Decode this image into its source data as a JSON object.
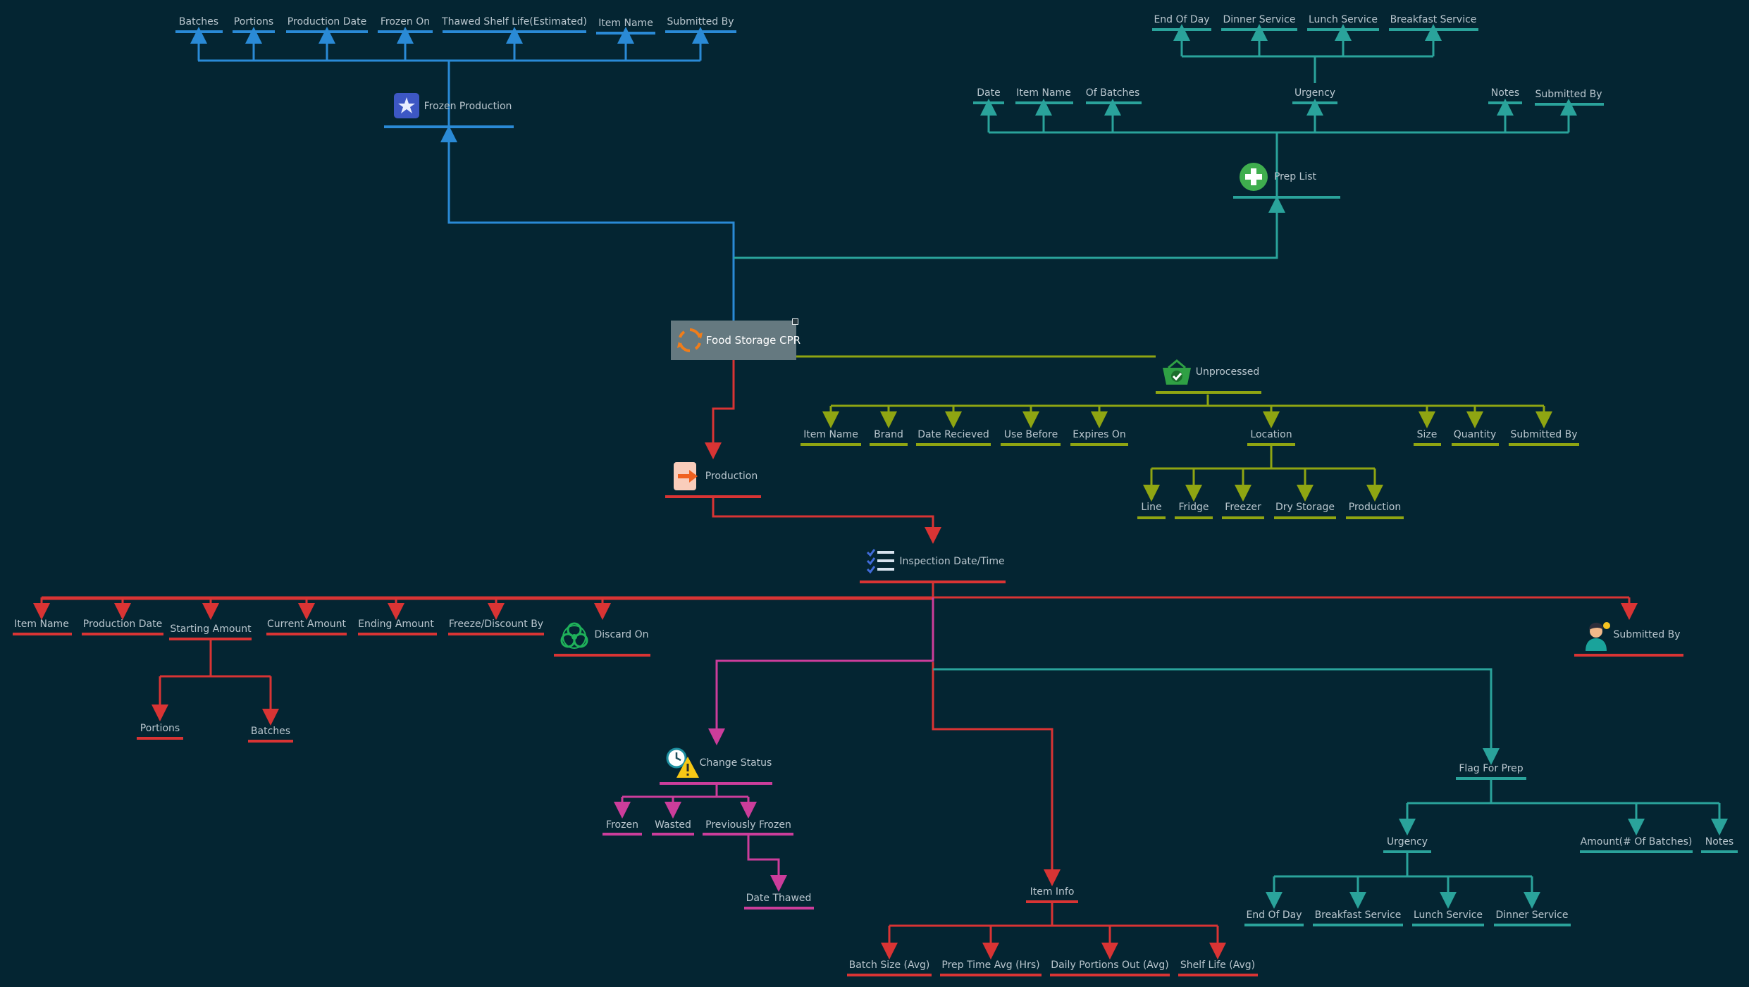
{
  "diagram": {
    "root": "Food Storage CPR",
    "frozen_production": {
      "label": "Frozen Production",
      "fields": [
        "Batches",
        "Portions",
        "Production Date",
        "Frozen On",
        "Thawed Shelf Life(Estimated)",
        "Item Name",
        "Submitted By"
      ]
    },
    "prep_list": {
      "label": "Prep List",
      "fields": [
        "Date",
        "Item Name",
        "Of Batches",
        "Urgency",
        "Notes",
        "Submitted By"
      ],
      "urgency_options": [
        "End Of Day",
        "Dinner Service",
        "Lunch Service",
        "Breakfast Service"
      ]
    },
    "unprocessed": {
      "label": "Unprocessed",
      "fields": [
        "Item Name",
        "Brand",
        "Date Recieved",
        "Use Before",
        "Expires On",
        "Location",
        "Size",
        "Quantity",
        "Submitted By"
      ],
      "location_options": [
        "Line",
        "Fridge",
        "Freezer",
        "Dry Storage",
        "Production"
      ]
    },
    "production": {
      "label": "Production",
      "inspection": "Inspection Date/Time",
      "fields": [
        "Item Name",
        "Production Date",
        "Starting Amount",
        "Current Amount",
        "Ending Amount",
        "Freeze/Discount By",
        "Discard On",
        "Submitted By"
      ],
      "starting_amount_children": [
        "Portions",
        "Batches"
      ],
      "change_status": {
        "label": "Change Status",
        "options": [
          "Frozen",
          "Wasted",
          "Previously Frozen"
        ],
        "previously_frozen_child": "Date Thawed"
      },
      "item_info": {
        "label": "Item Info",
        "fields": [
          "Batch Size (Avg)",
          "Prep Time Avg (Hrs)",
          "Daily Portions Out (Avg)",
          "Shelf Life (Avg)"
        ]
      },
      "flag_for_prep": {
        "label": "Flag For Prep",
        "fields": [
          "Urgency",
          "Amount(# Of Batches)",
          "Notes"
        ],
        "urgency_options": [
          "End Of Day",
          "Breakfast Service",
          "Lunch Service",
          "Dinner Service"
        ]
      }
    }
  },
  "colors": {
    "background": "#042532",
    "blue": "#2a8ad6",
    "teal": "#2aa39b",
    "olive": "#8fa512",
    "red": "#d93434",
    "magenta": "#cc3d9b",
    "root_fill": "#657980"
  },
  "icons": {
    "root": "refresh-icon",
    "frozen_production": "frozen-star-icon",
    "prep_list": "plus-circle-icon",
    "unprocessed": "basket-check-icon",
    "production": "arrow-right-box-icon",
    "inspection": "checklist-icon",
    "discard_on": "biohazard-icon",
    "submitted_by": "person-icon",
    "change_status": "clock-warning-icon"
  }
}
